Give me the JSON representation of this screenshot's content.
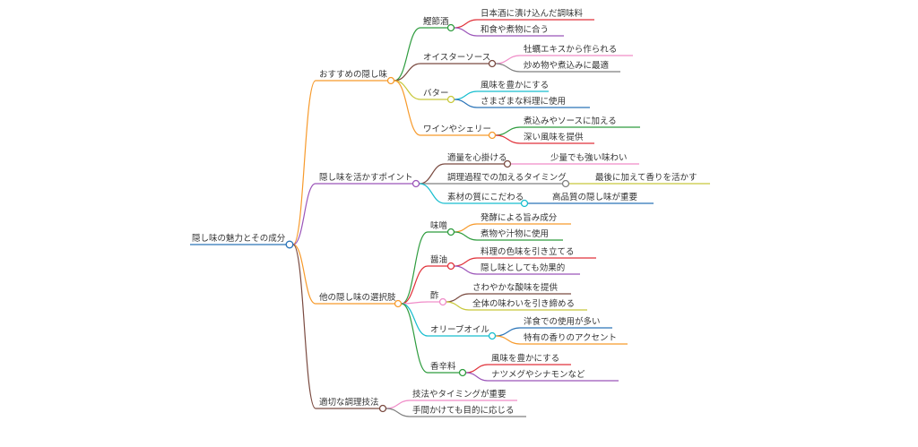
{
  "root": {
    "label": "隠し味の魅力とその成分",
    "color": "#2a74b8"
  },
  "branches": [
    {
      "label": "おすすめの隠し味",
      "color": "#f79a2b",
      "children": [
        {
          "label": "鰹節酒",
          "color": "#2e9c3e",
          "children": [
            {
              "label": "日本酒に漬け込んだ調味料",
              "color": "#e0323a"
            },
            {
              "label": "和食や煮物に合う",
              "color": "#9b55b9"
            }
          ]
        },
        {
          "label": "オイスターソース",
          "color": "#7a4a40",
          "children": [
            {
              "label": "牡蠣エキスから作られる",
              "color": "#f08cc8"
            },
            {
              "label": "炒め物や煮込みに最適",
              "color": "#7f7f7f"
            }
          ]
        },
        {
          "label": "バター",
          "color": "#c8c83a",
          "children": [
            {
              "label": "風味を豊かにする",
              "color": "#17becf"
            },
            {
              "label": "さまざまな料理に使用",
              "color": "#2a74b8"
            }
          ]
        },
        {
          "label": "ワインやシェリー",
          "color": "#f79a2b",
          "children": [
            {
              "label": "煮込みやソースに加える",
              "color": "#2e9c3e"
            },
            {
              "label": "深い風味を提供",
              "color": "#e0323a"
            }
          ]
        }
      ]
    },
    {
      "label": "隠し味を活かすポイント",
      "color": "#9b55b9",
      "children": [
        {
          "label": "適量を心掛ける",
          "color": "#7a4a40",
          "children": [
            {
              "label": "少量でも強い味わい",
              "color": "#f08cc8"
            }
          ]
        },
        {
          "label": "調理過程での加えるタイミング",
          "color": "#7f7f7f",
          "children": [
            {
              "label": "最後に加えて香りを活かす",
              "color": "#c8c83a"
            }
          ]
        },
        {
          "label": "素材の質にこだわる",
          "color": "#17becf",
          "children": [
            {
              "label": "高品質の隠し味が重要",
              "color": "#2a74b8"
            }
          ]
        }
      ]
    },
    {
      "label": "他の隠し味の選択肢",
      "color": "#f79a2b",
      "children": [
        {
          "label": "味噌",
          "color": "#2e9c3e",
          "children": [
            {
              "label": "発酵による旨み成分",
              "color": "#f79a2b"
            },
            {
              "label": "煮物や汁物に使用",
              "color": "#2e9c3e"
            }
          ]
        },
        {
          "label": "醤油",
          "color": "#e0323a",
          "children": [
            {
              "label": "料理の色味を引き立てる",
              "color": "#e0323a"
            },
            {
              "label": "隠し味としても効果的",
              "color": "#9b55b9"
            }
          ]
        },
        {
          "label": "酢",
          "color": "#f08cc8",
          "children": [
            {
              "label": "さわやかな酸味を提供",
              "color": "#7a4a40"
            },
            {
              "label": "全体の味わいを引き締める",
              "color": "#c8c83a"
            }
          ]
        },
        {
          "label": "オリーブオイル",
          "color": "#17becf",
          "children": [
            {
              "label": "洋食での使用が多い",
              "color": "#2a74b8"
            },
            {
              "label": "特有の香りのアクセント",
              "color": "#f79a2b"
            }
          ]
        },
        {
          "label": "香辛料",
          "color": "#2e9c3e",
          "children": [
            {
              "label": "風味を豊かにする",
              "color": "#e0323a"
            },
            {
              "label": "ナツメグやシナモンなど",
              "color": "#9b55b9"
            }
          ]
        }
      ]
    },
    {
      "label": "適切な調理技法",
      "color": "#7a4a40",
      "children": [
        {
          "label": "技法やタイミングが重要",
          "color": "#f08cc8"
        },
        {
          "label": "手間かけても目的に応じる",
          "color": "#7f7f7f"
        }
      ]
    }
  ]
}
